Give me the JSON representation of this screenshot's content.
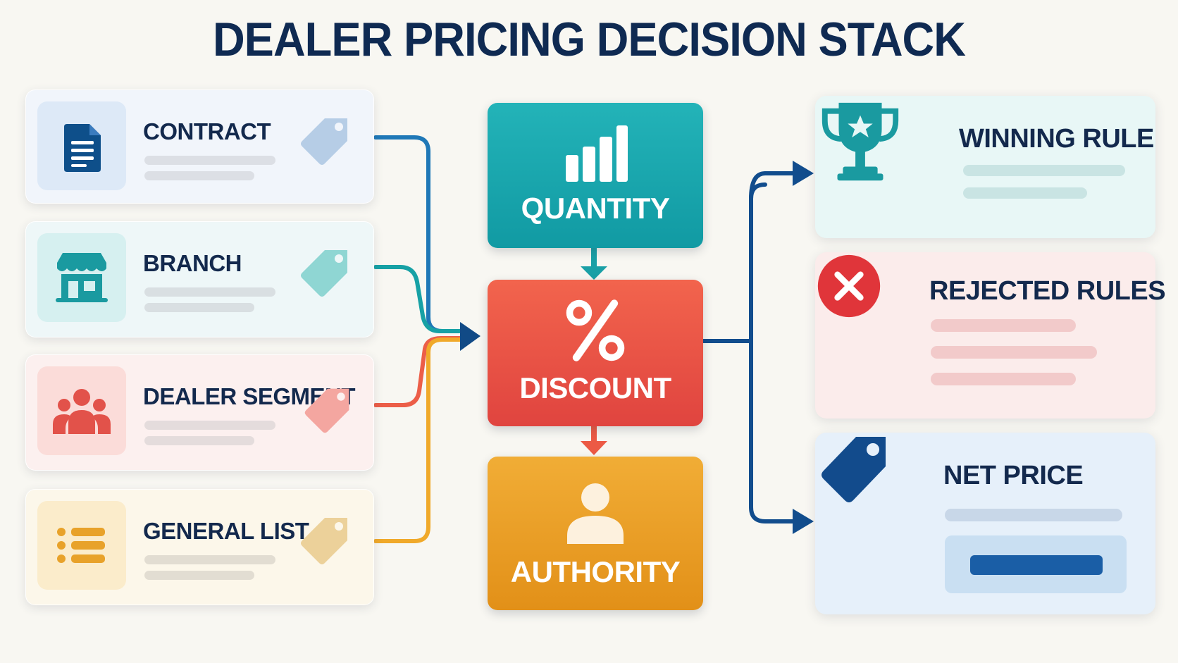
{
  "title": "DEALER PRICING DECISION STACK",
  "sources": [
    {
      "label": "CONTRACT",
      "icon": "document-icon",
      "color": "#0e4f8a"
    },
    {
      "label": "BRANCH",
      "icon": "storefront-icon",
      "color": "#1a9aa0"
    },
    {
      "label": "DEALER SEGMENT",
      "icon": "people-icon",
      "color": "#e2524a"
    },
    {
      "label": "GENERAL LIST",
      "icon": "list-icon",
      "color": "#e8a22a"
    }
  ],
  "stack": [
    {
      "label": "QUANTITY",
      "icon": "bar-chart-icon",
      "color": "#19a6ad"
    },
    {
      "label": "DISCOUNT",
      "icon": "percent-icon",
      "color": "#ec5a45"
    },
    {
      "label": "AUTHORITY",
      "icon": "person-icon",
      "color": "#eba02a"
    }
  ],
  "outcomes": [
    {
      "label": "WINNING RULE",
      "icon": "trophy-icon",
      "color": "#1a9aa0"
    },
    {
      "label": "REJECTED RULES",
      "icon": "x-circle-icon",
      "color": "#e0353a"
    },
    {
      "label": "NET PRICE",
      "icon": "price-tag-icon",
      "color": "#124b8c"
    }
  ]
}
